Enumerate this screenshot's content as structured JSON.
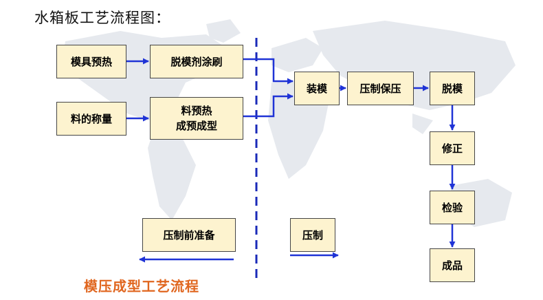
{
  "title": "水箱板工艺流程图：",
  "caption": "模压成型工艺流程",
  "nodes": {
    "mold_preheat": "模具预热",
    "release_brush": "脱模剂涂刷",
    "weigh_material": "料的称量",
    "preheat_line1": "料预热",
    "preheat_line2": "成预成型",
    "load_mold": "装模",
    "press_hold": "压制保压",
    "demold": "脱模",
    "trim": "修正",
    "inspect": "检验",
    "product": "成品"
  },
  "legend": {
    "pre_press": "压制前准备",
    "press": "压制"
  },
  "colors": {
    "box_fill": "#fdf3cf",
    "arrow": "#1f33d6",
    "divider": "#1a2ab8",
    "caption": "#e0661f",
    "map": "#e6e9ee"
  }
}
